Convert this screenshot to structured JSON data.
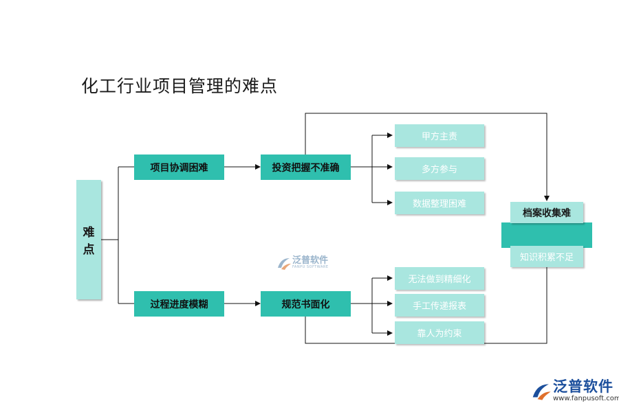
{
  "title": "化工行业项目管理的难点",
  "root": {
    "line1": "难",
    "line2": "点"
  },
  "level1": [
    {
      "label": "项目协调困难"
    },
    {
      "label": "过程进度模糊"
    }
  ],
  "level2": [
    {
      "label": "投资把握不准确"
    },
    {
      "label": "规范书面化"
    }
  ],
  "leaves_top": [
    "甲方主责",
    "多方参与",
    "数据整理困难"
  ],
  "leaves_bottom": [
    "无法做到精细化",
    "手工传递报表",
    "靠人为约束"
  ],
  "archive": {
    "header": "档案收集难",
    "footer": "知识积累不足"
  },
  "watermark_center": {
    "brand": "泛普软件",
    "sub": "FANPU SOFTWARE"
  },
  "watermark_corner": {
    "brand": "泛普软件",
    "url": "www.fanpusoft.com"
  },
  "colors": {
    "teal": "#2fbfae",
    "light_teal": "#a9e6df",
    "brand_blue": "#1c4f9c"
  }
}
